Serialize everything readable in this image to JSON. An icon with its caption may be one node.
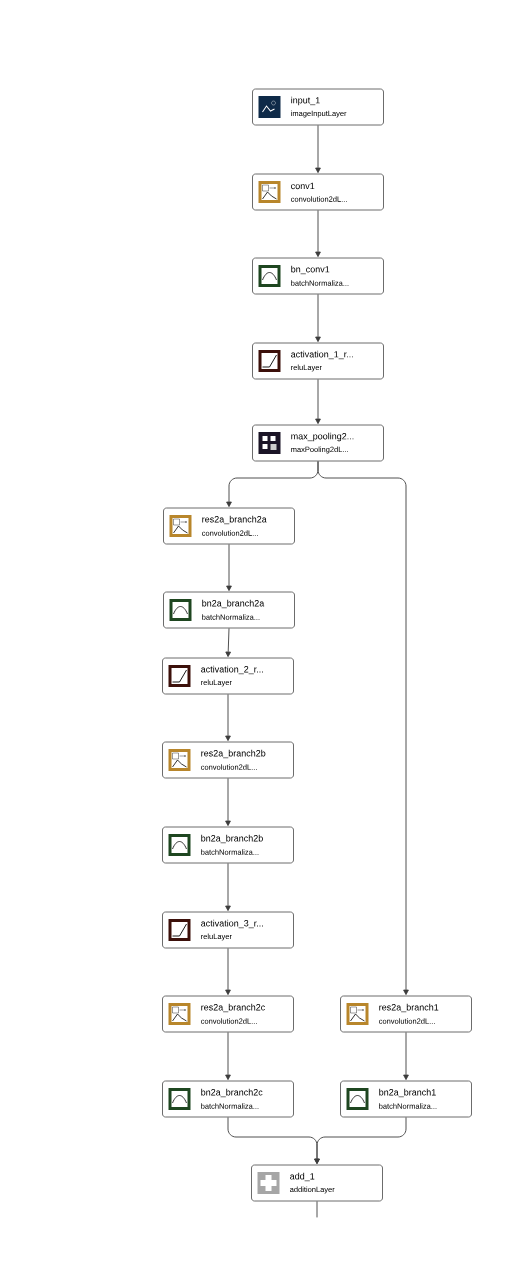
{
  "diagram": {
    "nodes": [
      {
        "text": [
          "input_1",
          "imageInputLayer"
        ]
      },
      {
        "text": [
          "conv1",
          "convolution2dL..."
        ]
      },
      {
        "text": [
          "bn_conv1",
          "batchNormaliza..."
        ]
      },
      {
        "text": [
          "activation_1_r...",
          "reluLayer"
        ]
      },
      {
        "text": [
          "max_pooling2...",
          "maxPooling2dL..."
        ]
      },
      {
        "text": [
          "res2a_branch2a",
          "convolution2dL..."
        ]
      },
      {
        "text": [
          "bn2a_branch2a",
          "batchNormaliza..."
        ]
      },
      {
        "text": [
          "activation_2_r...",
          "reluLayer"
        ]
      },
      {
        "text": [
          "res2a_branch2b",
          "convolution2dL..."
        ]
      },
      {
        "text": [
          "bn2a_branch2b",
          "batchNormaliza..."
        ]
      },
      {
        "text": [
          "activation_3_r...",
          "reluLayer"
        ]
      },
      {
        "text": [
          "res2a_branch2c",
          "convolution2dL..."
        ]
      },
      {
        "text": [
          "bn2a_branch2c",
          "batchNormaliza..."
        ]
      },
      {
        "text": [
          "res2a_branch1",
          "convolution2dL..."
        ]
      },
      {
        "text": [
          "bn2a_branch1",
          "batchNormaliza..."
        ]
      },
      {
        "text": [
          "add_1",
          "additionLayer"
        ]
      }
    ],
    "edges": [
      {
        "from": 0,
        "to": 1,
        "arrow": "to"
      },
      {
        "from": 1,
        "to": 2,
        "arrow": "to"
      },
      {
        "from": 2,
        "to": 3,
        "arrow": "to"
      },
      {
        "from": 3,
        "to": 4,
        "arrow": "to"
      },
      {
        "from": 4,
        "to": 5,
        "arrow": "to"
      },
      {
        "from": 5,
        "to": 6,
        "arrow": "to"
      },
      {
        "from": 6,
        "to": 7,
        "arrow": "to"
      },
      {
        "from": 7,
        "to": 8,
        "arrow": "to"
      },
      {
        "from": 8,
        "to": 9,
        "arrow": "to"
      },
      {
        "from": 9,
        "to": 10,
        "arrow": "to"
      },
      {
        "from": 10,
        "to": 11,
        "arrow": "to"
      },
      {
        "from": 11,
        "to": 12,
        "arrow": "to"
      },
      {
        "from": 4,
        "to": 13,
        "arrow": "to"
      },
      {
        "from": 13,
        "to": 14,
        "arrow": "to"
      },
      {
        "from": 12,
        "to": 15,
        "arrow": "to"
      },
      {
        "from": 14,
        "to": 15,
        "arrow": "to"
      },
      {
        "from": 15,
        "to": null,
        "arrow": "none"
      }
    ]
  }
}
